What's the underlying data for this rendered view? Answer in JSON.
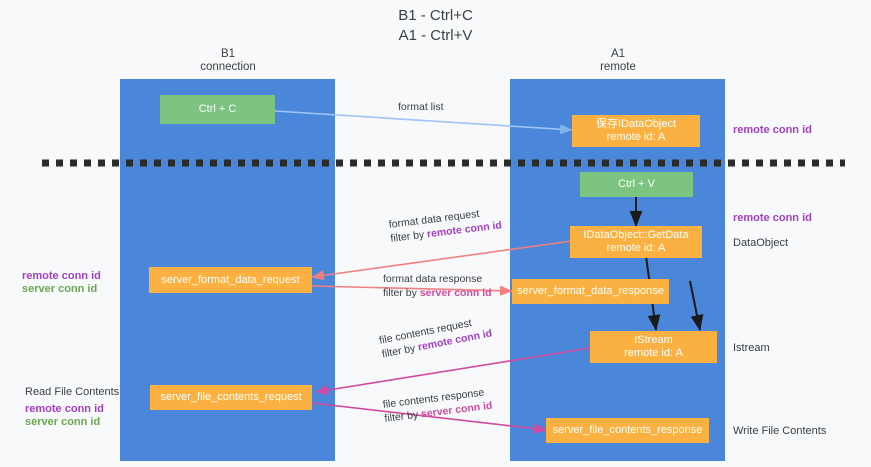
{
  "title": "B1 - Ctrl+C\nA1 - Ctrl+V",
  "columns": [
    {
      "name": "b1",
      "label": "B1\nconnection"
    },
    {
      "name": "a1",
      "label": "A1\nremote"
    }
  ],
  "boxes": {
    "ctrl_c": "Ctrl + C",
    "ctrl_v": "Ctrl + V",
    "save_idataobject": "保存IDataObject\nremote id: A",
    "idataobject_getdata": "IDataObject::GetData\nremote id: A",
    "istream": "IStream\nremote id: A",
    "server_format_data_request": "server_format_data_request",
    "server_format_data_response": "server_format_data_response",
    "server_file_contents_request": "server_file_contents_request",
    "server_file_contents_response": "server_file_contents_response"
  },
  "edges": {
    "format_list": "format list",
    "format_data_request": "format data request",
    "format_data_request_filter_prefix": "filter by ",
    "format_data_request_filter_key": "remote conn id",
    "format_data_response": "format data response",
    "format_data_response_filter_prefix": "filter by ",
    "format_data_response_filter_key": "server conn id",
    "file_contents_request": "file contents request",
    "file_contents_request_filter_prefix": "filter by ",
    "file_contents_request_filter_key": "remote conn id",
    "file_contents_response": "file contents response",
    "file_contents_response_filter_prefix": "filter by ",
    "file_contents_response_filter_key": "server conn id"
  },
  "annotations": {
    "right_remote_conn_id_top": "remote conn id",
    "right_remote_conn_id_mid": "remote conn id",
    "right_dataobject": "DataObject",
    "right_istream": "Istream",
    "right_write_file_contents": "Write File Contents",
    "left_remote_conn_id": "remote conn id",
    "left_server_conn_id": "server conn id",
    "left_read_file_contents": "Read File Contents",
    "left_bottom_remote_conn_id": "remote conn id",
    "left_bottom_server_conn_id": "server conn id"
  },
  "colors": {
    "lane": "#4a86d9",
    "green_box": "#7cc47f",
    "orange_box": "#fbb141",
    "purple": "#a23fc6",
    "green_text": "#6aa84f",
    "arrow_blue": "#9fc5f8",
    "arrow_red": "#f08080",
    "arrow_pink": "#d14aa0",
    "arrow_dark": "#1a1a1a",
    "background": "#f8f9fa"
  }
}
